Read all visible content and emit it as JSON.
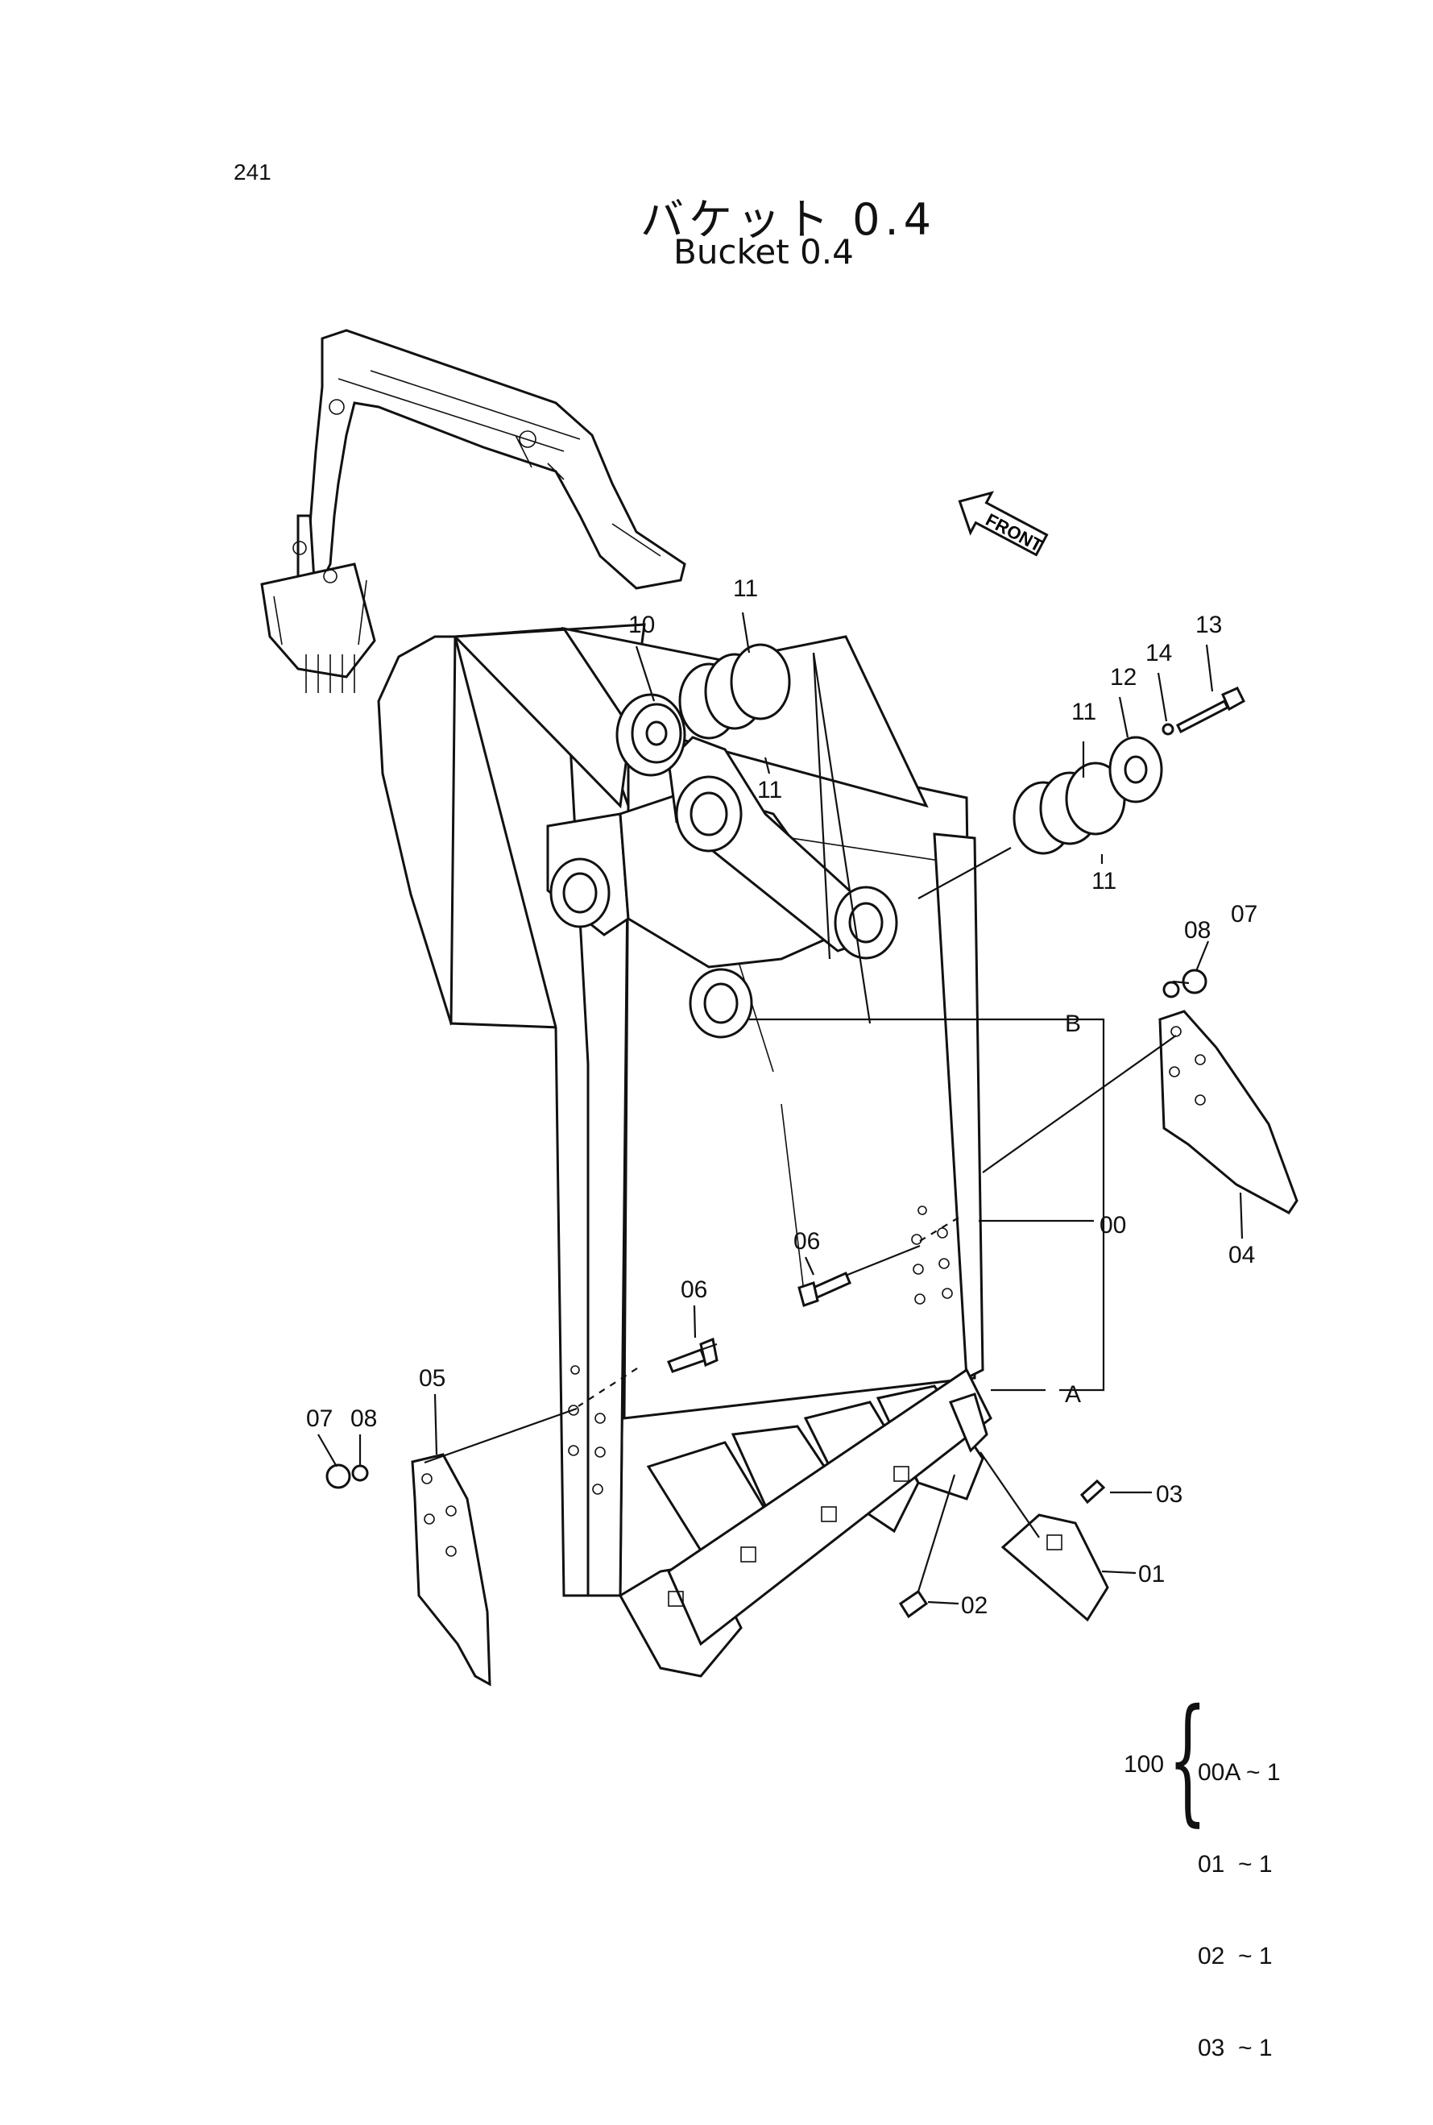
{
  "page_number": "241",
  "title": {
    "ja": "バケット 0.4",
    "en": "Bucket 0.4"
  },
  "direction_label": "FRONT",
  "callouts": {
    "c10": "10",
    "c11a": "11",
    "c11b": "11",
    "c11c": "11",
    "c11d": "11",
    "c12": "12",
    "c13": "13",
    "c14": "14",
    "c07a": "07",
    "c08a": "08",
    "c07b": "07",
    "c08b": "08",
    "cB": "B",
    "cA": "A",
    "c00": "00",
    "c04": "04",
    "c06a": "06",
    "c06b": "06",
    "c05": "05",
    "c03": "03",
    "c01": "01",
    "c02": "02"
  },
  "kit": {
    "number": "100",
    "items": [
      "00A ~ 1",
      "01  ~ 1",
      "02  ~ 1",
      "03  ~ 1"
    ]
  }
}
